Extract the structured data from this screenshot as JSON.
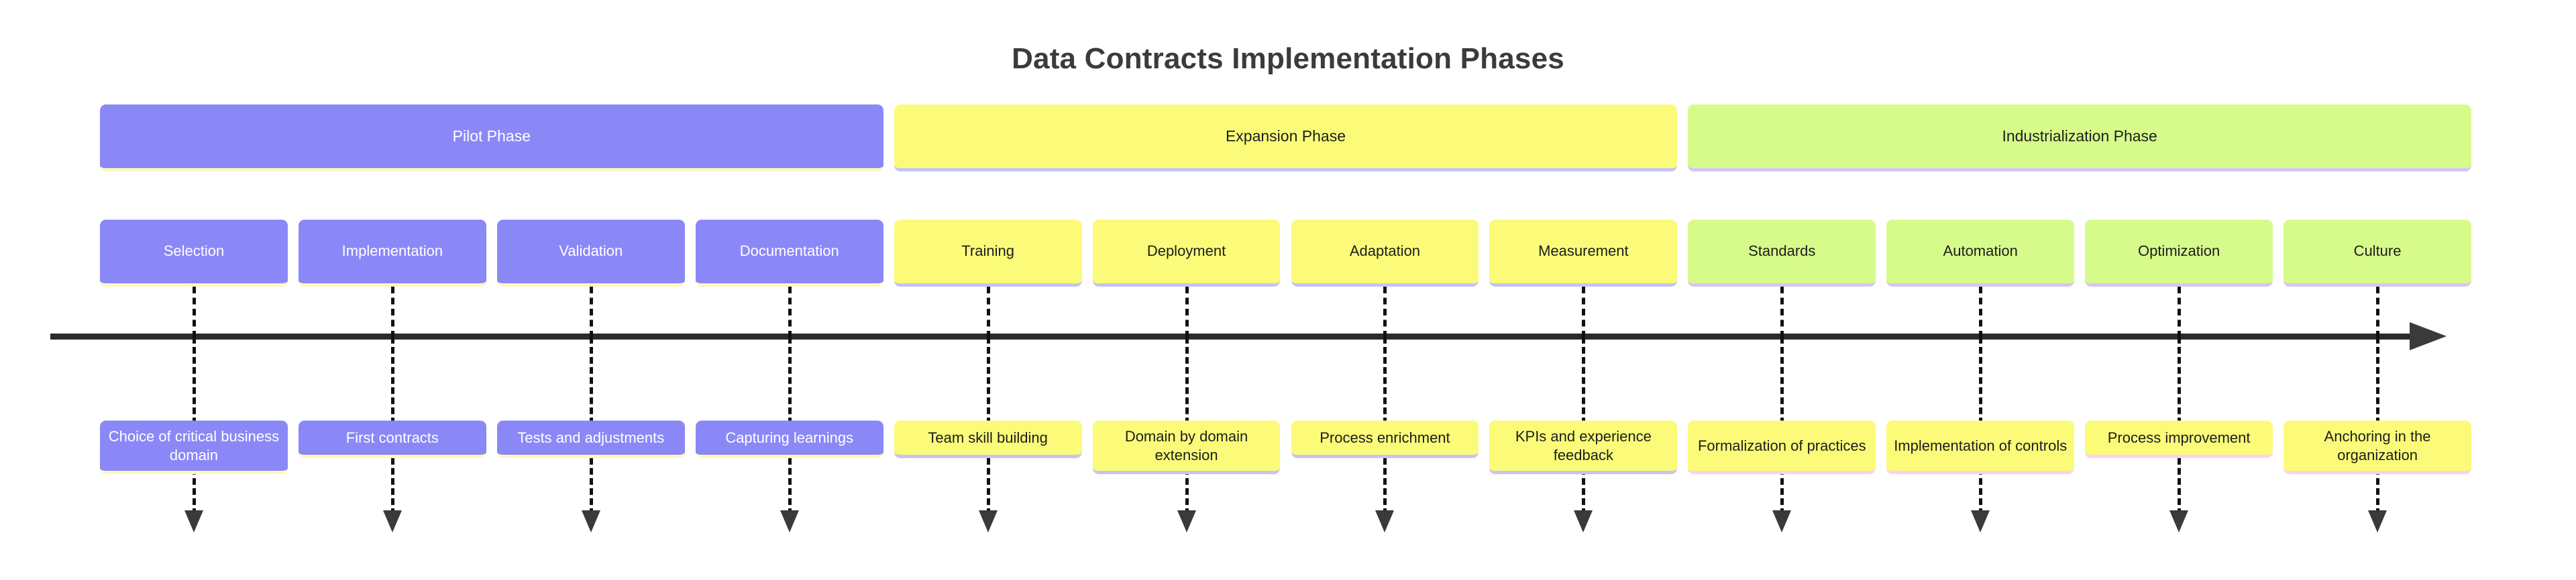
{
  "title": "Data Contracts Implementation Phases",
  "colors": {
    "purple": "#8a88f7",
    "yellow": "#fbfb79",
    "green": "#d7fb8b",
    "axis": "#2b2b2b",
    "title_text": "#3b3b3b"
  },
  "phases": [
    {
      "label": "Pilot Phase",
      "theme": "purple"
    },
    {
      "label": "Expansion Phase",
      "theme": "yellow"
    },
    {
      "label": "Industrialization Phase",
      "theme": "green"
    }
  ],
  "steps": [
    {
      "label": "Selection",
      "theme": "purple"
    },
    {
      "label": "Implementation",
      "theme": "purple"
    },
    {
      "label": "Validation",
      "theme": "purple"
    },
    {
      "label": "Documentation",
      "theme": "purple"
    },
    {
      "label": "Training",
      "theme": "yellow"
    },
    {
      "label": "Deployment",
      "theme": "yellow"
    },
    {
      "label": "Adaptation",
      "theme": "yellow"
    },
    {
      "label": "Measurement",
      "theme": "yellow"
    },
    {
      "label": "Standards",
      "theme": "green"
    },
    {
      "label": "Automation",
      "theme": "green"
    },
    {
      "label": "Optimization",
      "theme": "green"
    },
    {
      "label": "Culture",
      "theme": "green"
    }
  ],
  "details": [
    {
      "label": "Choice of critical business domain",
      "theme": "purple",
      "lines": 2
    },
    {
      "label": "First contracts",
      "theme": "purple",
      "lines": 1
    },
    {
      "label": "Tests and adjustments",
      "theme": "purple",
      "lines": 1
    },
    {
      "label": "Capturing learnings",
      "theme": "purple",
      "lines": 1
    },
    {
      "label": "Team skill building",
      "theme": "yellow",
      "lines": 1
    },
    {
      "label": "Domain by domain extension",
      "theme": "yellow",
      "lines": 2
    },
    {
      "label": "Process enrichment",
      "theme": "yellow",
      "lines": 1
    },
    {
      "label": "KPIs and experience feedback",
      "theme": "yellow",
      "lines": 2
    },
    {
      "label": "Formalization of practices",
      "theme": "yellow-v",
      "lines": 2
    },
    {
      "label": "Implementation of controls",
      "theme": "yellow-v",
      "lines": 2
    },
    {
      "label": "Process improvement",
      "theme": "yellow-v",
      "lines": 1
    },
    {
      "label": "Anchoring in the organization",
      "theme": "yellow-v",
      "lines": 2
    }
  ]
}
